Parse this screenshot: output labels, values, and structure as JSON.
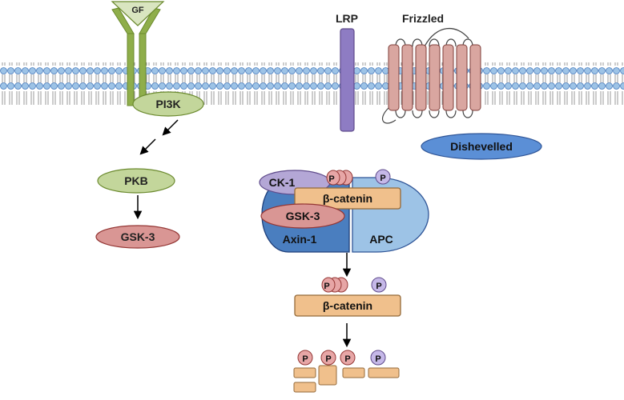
{
  "labels": {
    "gf": "GF",
    "lrp": "LRP",
    "frizzled": "Frizzled",
    "pi3k": "PI3K",
    "pkb": "PKB",
    "gsk3_left": "GSK-3",
    "dishevelled": "Dishevelled",
    "ck1": "CK-1",
    "beta_catenin_complex": "β-catenin",
    "gsk3_complex": "GSK-3",
    "axin1": "Axin-1",
    "apc": "APC",
    "beta_catenin_free": "β-catenin",
    "phospho": "P"
  },
  "colors": {
    "receptor_green": "#8fae4a",
    "pi3k_fill": "#c3d69b",
    "gsk3_fill": "#d99694",
    "lrp_fill": "#8e7cc3",
    "frizzled_fill": "#d9a6a0",
    "dishevelled_fill": "#5b8fd6",
    "ck1_fill": "#b4a7d6",
    "catenin_fill": "#f0c08c",
    "axin_fill": "#4a7ebf",
    "apc_fill": "#9dc3e6",
    "phospho_fill": "#e7a6a6",
    "phospho_purple": "#c5b8e8"
  }
}
